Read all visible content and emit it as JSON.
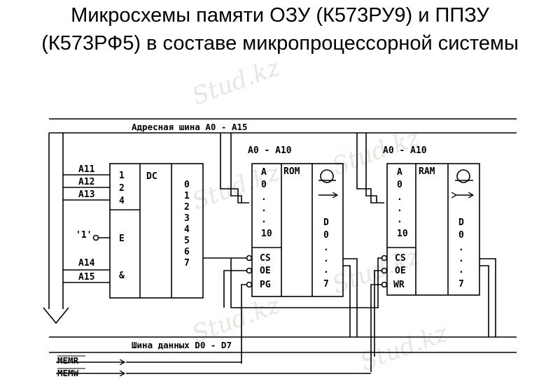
{
  "title_line1": "Микросхемы памяти ОЗУ (К573РУ9) и ППЗУ",
  "title_line2": "(К573РФ5) в составе микропроцессорной системы",
  "address_bus": "Адресная шина  A0 - A15",
  "data_bus": "Шина данных  D0 - D7",
  "memr": "MEMR",
  "memw": "MEMW",
  "one_signal": "'1'",
  "decoder": {
    "address_inputs": [
      "A11",
      "A12",
      "A13"
    ],
    "enable_inputs": [
      "A14",
      "A15"
    ],
    "weights": [
      "1",
      "2",
      "4"
    ],
    "enable_label": "E",
    "and_label": "&",
    "title": "DC",
    "outputs": [
      "0",
      "1",
      "2",
      "3",
      "4",
      "5",
      "6",
      "7"
    ]
  },
  "rom": {
    "addr_caption": "A0 - A10",
    "title": "ROM",
    "addr_col": [
      "A",
      "0",
      ".",
      ".",
      ".",
      "10"
    ],
    "data_col": [
      "D",
      "0",
      ".",
      ".",
      ".",
      "7"
    ],
    "controls": [
      "CS",
      "OE",
      "PG"
    ]
  },
  "ram": {
    "addr_caption": "A0 - A10",
    "title": "RAM",
    "addr_col": [
      "A",
      "0",
      ".",
      ".",
      ".",
      "10"
    ],
    "data_col": [
      "D",
      "0",
      ".",
      ".",
      ".",
      "7"
    ],
    "controls": [
      "CS",
      "OE",
      "WR"
    ]
  },
  "watermark": "Stud.kz"
}
